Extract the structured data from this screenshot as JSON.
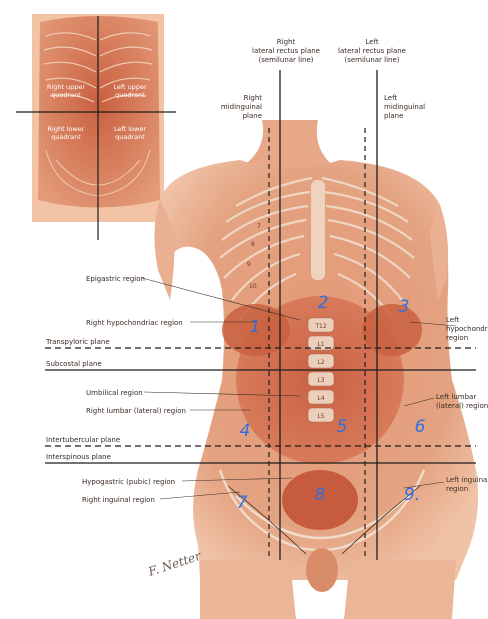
{
  "inset": {
    "quadrants": [
      {
        "id": "ruq",
        "line1": "Right upper",
        "line2": "quadrant"
      },
      {
        "id": "luq",
        "line1": "Left upper",
        "line2": "quadrant"
      },
      {
        "id": "rlq",
        "line1": "Right lower",
        "line2": "quadrant"
      },
      {
        "id": "llq",
        "line1": "Left lower",
        "line2": "quadrant"
      }
    ]
  },
  "planes": {
    "right_lateral_rectus": [
      "Right",
      "lateral rectus plane",
      "(semilunar line)"
    ],
    "left_lateral_rectus": [
      "Left",
      "lateral rectus plane",
      "(semilunar line)"
    ],
    "right_midinguinal": [
      "Right",
      "midinguinal",
      "plane"
    ],
    "left_midinguinal": [
      "Left",
      "midinguinal",
      "plane"
    ],
    "transpyloric": "Transpyloric plane",
    "subcostal": "Subcostal plane",
    "intertubercular": "Intertubercular plane",
    "interspinous": "Interspinous plane"
  },
  "regions": {
    "epigastric": "Epigastric region",
    "right_hypochondriac": "Right hypochondriac region",
    "left_hypochondriac": [
      "Left",
      "hypochondriac",
      "region"
    ],
    "umbilical": "Umbilical region",
    "right_lumbar": "Right lumbar (lateral) region",
    "left_lumbar": [
      "Left lumbar",
      "(lateral) region"
    ],
    "hypogastric": "Hypogastric (pubic) region",
    "right_inguinal": "Right inguinal region",
    "left_inguinal": [
      "Left inguinal",
      "region"
    ]
  },
  "handwritten_numbers": [
    "1",
    "2",
    "3",
    "4",
    "5",
    "6",
    "7",
    "8",
    "9."
  ],
  "vertebra_labels": [
    "T12",
    "L1",
    "L2",
    "L3",
    "L4",
    "L5"
  ],
  "rib_labels": [
    "7",
    "8",
    "9",
    "10"
  ],
  "signature": "F. Netter",
  "colors": {
    "skin": "#e9a582",
    "muscle": "#c8583c",
    "bone": "#f1dccb",
    "line": "#1e1e1e",
    "ink_blue": "#2f6fe0",
    "text": "#3a2a22"
  }
}
